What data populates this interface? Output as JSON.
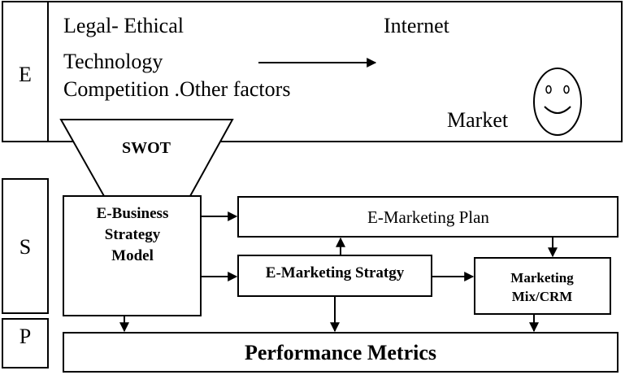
{
  "layers": {
    "e": "E",
    "s": "S",
    "p": "P"
  },
  "environment": {
    "factors": [
      "Legal- Ethical",
      "Technology",
      "Competition .Other factors"
    ],
    "internet": "Internet",
    "market": "Market"
  },
  "funnel": {
    "label": "SWOT"
  },
  "strategy": {
    "business_model": [
      "E-Business",
      "Strategy",
      "Model"
    ],
    "marketing_plan": "E-Marketing Plan",
    "marketing_strategy": "E-Marketing Stratgy",
    "marketing_mix": [
      "Marketing",
      "Mix/CRM"
    ]
  },
  "performance": {
    "label": "Performance Metrics"
  }
}
